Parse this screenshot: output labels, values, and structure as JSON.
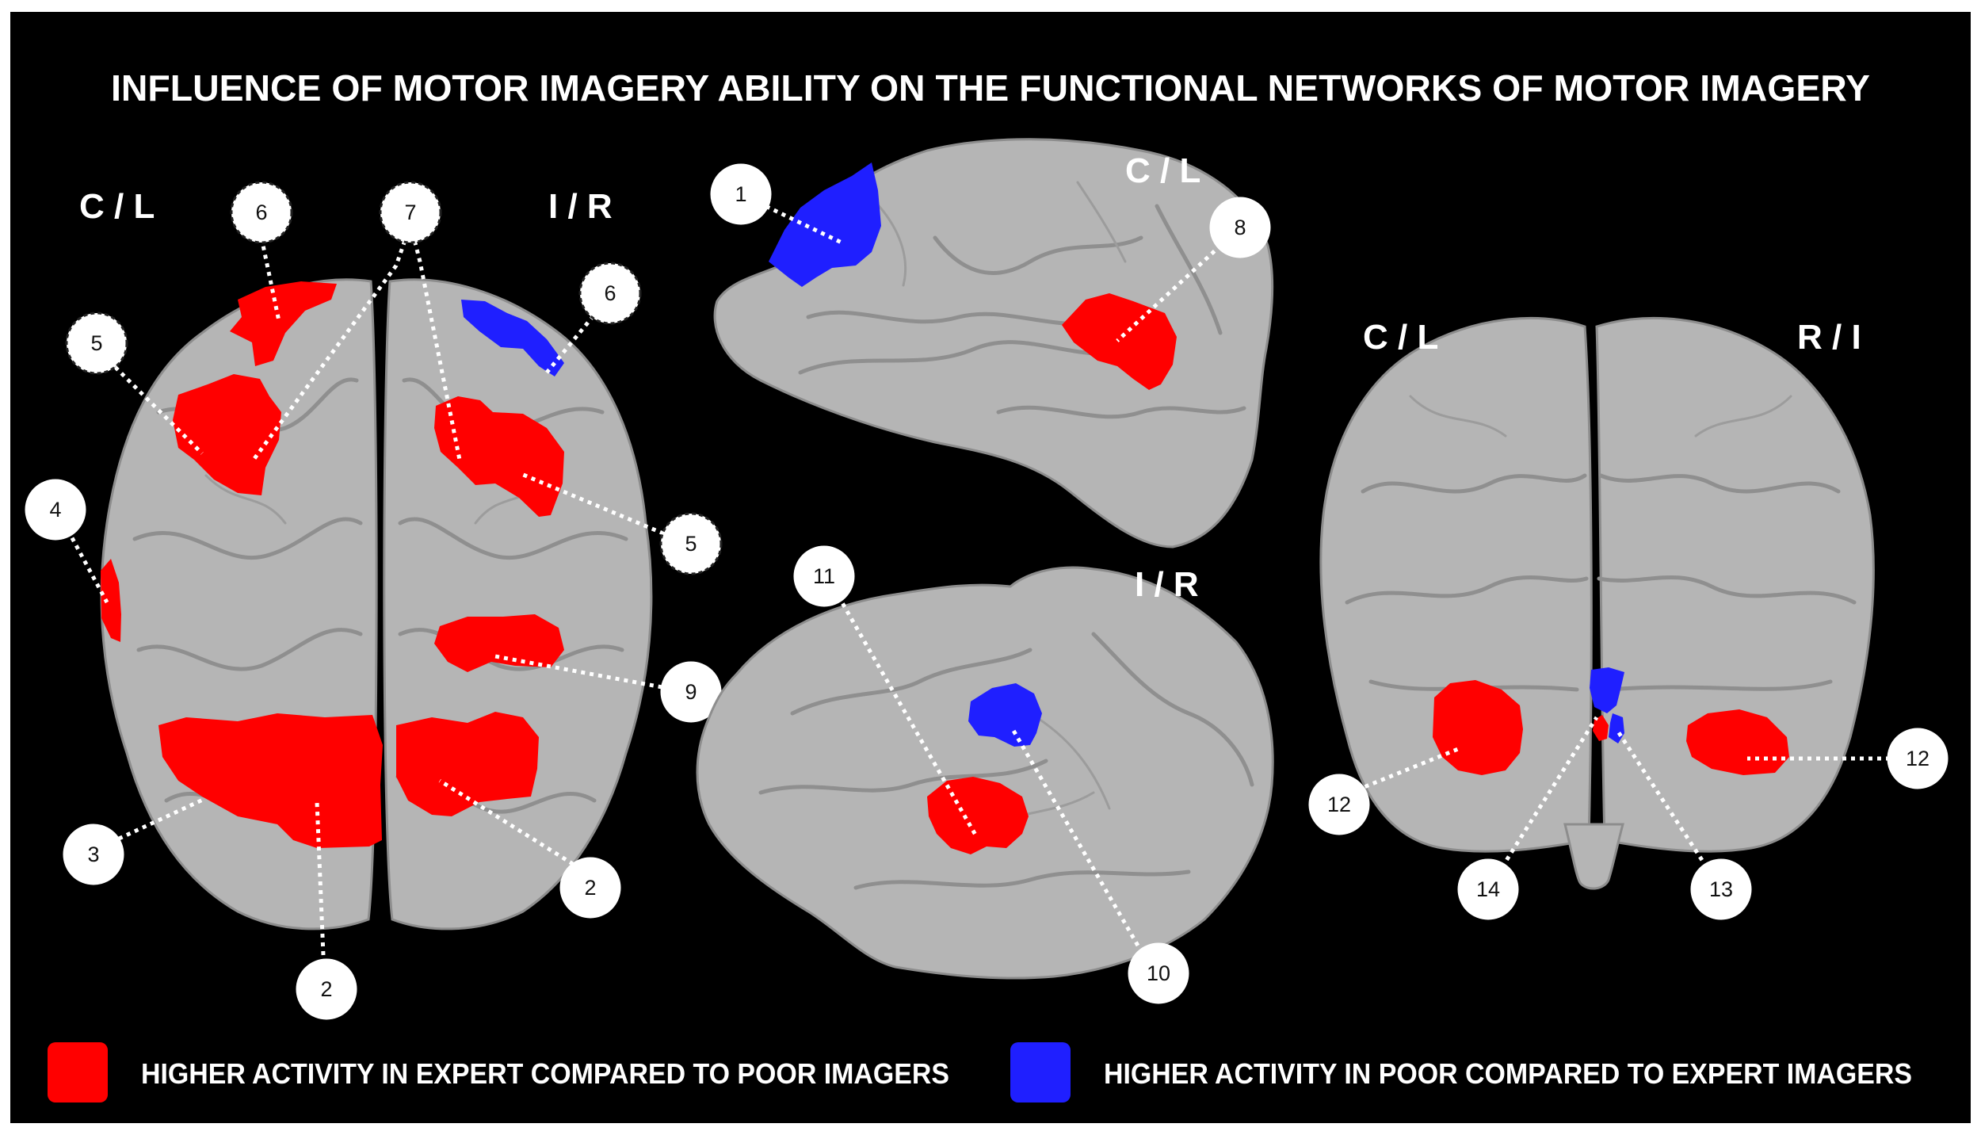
{
  "title": "INFLUENCE OF MOTOR IMAGERY ABILITY ON THE FUNCTIONAL NETWORKS OF MOTOR IMAGERY",
  "colors": {
    "expert": "#ff0000",
    "poor": "#1f1fff",
    "brain": "#b5b5b5",
    "background": "#000000"
  },
  "views": {
    "dorsal": {
      "left_label": "C / L",
      "right_label": "I / R"
    },
    "lateral": {
      "label": "C / L"
    },
    "medial": {
      "label": "I / R"
    },
    "posterior": {
      "left_label": "C / L",
      "right_label": "R / I"
    }
  },
  "callouts": {
    "d6a": "6",
    "d7": "7",
    "d6b": "6",
    "d5a": "5",
    "d4": "4",
    "d5b": "5",
    "d9": "9",
    "d3": "3",
    "d2a": "2",
    "d2b": "2",
    "l1": "1",
    "l8": "8",
    "m11": "11",
    "m10": "10",
    "p12a": "12",
    "p12b": "12",
    "p14": "14",
    "p13": "13"
  },
  "legend": {
    "expert": "HIGHER ACTIVITY IN EXPERT COMPARED TO POOR IMAGERS",
    "poor": "HIGHER ACTIVITY IN POOR COMPARED TO EXPERT IMAGERS"
  }
}
